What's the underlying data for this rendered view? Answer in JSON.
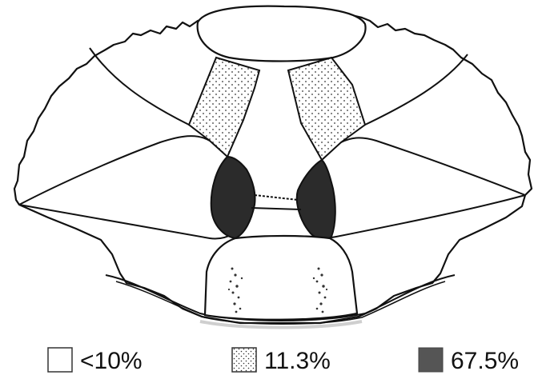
{
  "legend": [
    {
      "label": "<10%",
      "fill": "none",
      "style": "open"
    },
    {
      "label": "11.3%",
      "fill": "dotted",
      "style": "stippled"
    },
    {
      "label": "67.5%",
      "fill": "#3a3a3a",
      "style": "solid-dark"
    }
  ],
  "colors": {
    "outline": "#111111",
    "dark_region": "#2b2b2b",
    "legend_dark": "#555555",
    "background": "#ffffff"
  }
}
